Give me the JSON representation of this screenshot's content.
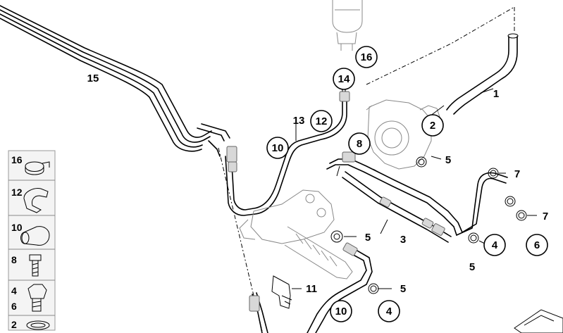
{
  "callouts": {
    "c16": "16",
    "c14": "14",
    "c12": "12",
    "c10a": "10",
    "c8": "8",
    "c2": "2",
    "c4a": "4",
    "c6": "6",
    "c4b": "4",
    "c10b": "10"
  },
  "labels": {
    "l15": "15",
    "l13": "13",
    "l1": "1",
    "l5a": "5",
    "l7a": "7",
    "l7b": "7",
    "l3": "3",
    "l5b": "5",
    "l5c": "5",
    "l11": "11",
    "l5d": "5"
  },
  "sidebar": {
    "s16": "16",
    "s12": "12",
    "s10": "10",
    "s8": "8",
    "s4": "4",
    "s6": "6",
    "s2": "2"
  }
}
